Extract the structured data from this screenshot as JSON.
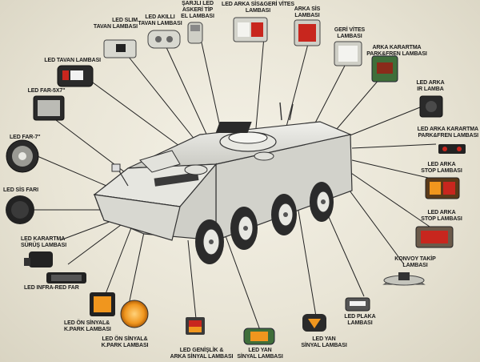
{
  "labels": [
    {
      "key": "led-slim-tavan",
      "lines": [
        "LED SLIM",
        "TAVAN LAMBASI"
      ]
    },
    {
      "key": "led-akilli-tavan",
      "lines": [
        "LED AKILLI",
        "TAVAN LAMBASI"
      ]
    },
    {
      "key": "sarjli-led-askeri",
      "lines": [
        "ŞARJLI LED",
        "ASKERİ TİP",
        "EL LAMBASI"
      ]
    },
    {
      "key": "led-arka-sis-geri",
      "lines": [
        "LED ARKA SİS&GERİ VİTES",
        "LAMBASI"
      ]
    },
    {
      "key": "arka-sis",
      "lines": [
        "ARKA SİS",
        "LAMBASI"
      ]
    },
    {
      "key": "geri-vites",
      "lines": [
        "GERİ VİTES",
        "LAMBASI"
      ]
    },
    {
      "key": "arka-karartma-park",
      "lines": [
        "ARKA KARARTMA",
        "PARK&FREN LAMBASI"
      ]
    },
    {
      "key": "led-tavan",
      "lines": [
        "LED TAVAN LAMBASI"
      ]
    },
    {
      "key": "led-arka-ir",
      "lines": [
        "LED ARKA",
        "IR LAMBA"
      ]
    },
    {
      "key": "led-far-5x7",
      "lines": [
        "LED FAR-5X7\""
      ]
    },
    {
      "key": "led-arka-karartma-park",
      "lines": [
        "LED ARKA KARARTMA",
        "PARK&FREN LAMBASI"
      ]
    },
    {
      "key": "led-far-7",
      "lines": [
        "LED FAR-7\""
      ]
    },
    {
      "key": "led-arka-stop-1",
      "lines": [
        "LED ARKA",
        "STOP LAMBASI"
      ]
    },
    {
      "key": "led-sis-far",
      "lines": [
        "LED SİS FARI"
      ]
    },
    {
      "key": "led-arka-stop-2",
      "lines": [
        "LED ARKA",
        "STOP LAMBASI"
      ]
    },
    {
      "key": "led-karartma-surus",
      "lines": [
        "LED KARARTMA",
        "SÜRÜŞ LAMBASI"
      ]
    },
    {
      "key": "konvoy-takip",
      "lines": [
        "KONVOY TAKİP",
        "LAMBASI"
      ]
    },
    {
      "key": "led-infra-red",
      "lines": [
        "LED INFRA-RED FAR"
      ]
    },
    {
      "key": "led-plaka",
      "lines": [
        "LED PLAKA",
        "LAMBASI"
      ]
    },
    {
      "key": "led-on-sinyal-1",
      "lines": [
        "LED ÖN SİNYAL&",
        "K.PARK LAMBASI"
      ]
    },
    {
      "key": "led-on-sinyal-2",
      "lines": [
        "LED ÖN SİNYAL&",
        "K.PARK LAMBASI"
      ]
    },
    {
      "key": "led-yan-sinyal-1",
      "lines": [
        "LED YAN",
        "SİNYAL LAMBASI"
      ]
    },
    {
      "key": "led-yan-sinyal-2",
      "lines": [
        "LED YAN",
        "SİNYAL LAMBASI"
      ]
    },
    {
      "key": "led-genislik",
      "lines": [
        "LED GENİŞLİK &",
        "ARKA SİNYAL LAMBASI"
      ]
    }
  ],
  "colors": {
    "amber": "#f0961e",
    "red": "#c8261e",
    "green": "#3f6e3a",
    "vehicle": "#dcdcd6",
    "line": "#222222"
  }
}
